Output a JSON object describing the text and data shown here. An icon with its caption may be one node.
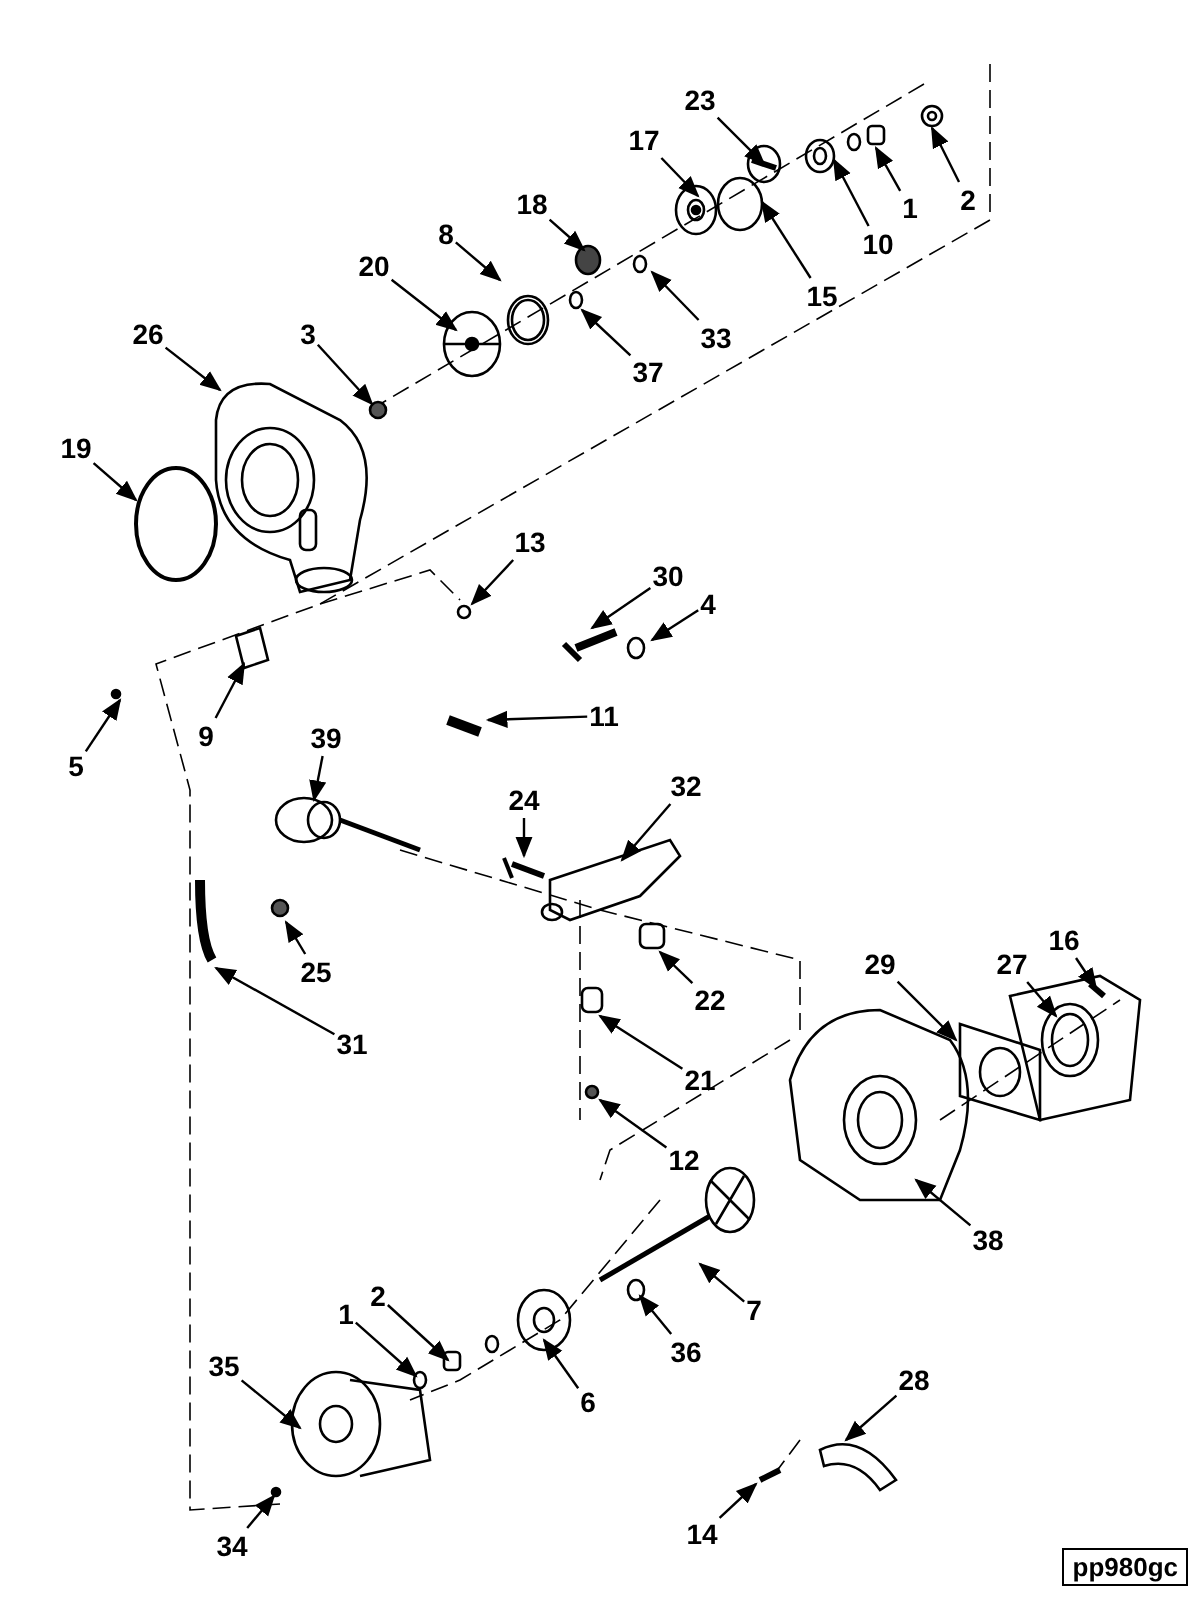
{
  "diagram": {
    "nodes": [
      {
        "text": [
          "23"
        ]
      },
      {
        "text": [
          "17"
        ]
      },
      {
        "text": [
          "2"
        ]
      },
      {
        "text": [
          "1"
        ]
      },
      {
        "text": [
          "18"
        ]
      },
      {
        "text": [
          "8"
        ]
      },
      {
        "text": [
          "10"
        ]
      },
      {
        "text": [
          "20"
        ]
      },
      {
        "text": [
          "15"
        ]
      },
      {
        "text": [
          "26"
        ]
      },
      {
        "text": [
          "3"
        ]
      },
      {
        "text": [
          "33"
        ]
      },
      {
        "text": [
          "37"
        ]
      },
      {
        "text": [
          "19"
        ]
      },
      {
        "text": [
          "13"
        ]
      },
      {
        "text": [
          "30"
        ]
      },
      {
        "text": [
          "4"
        ]
      },
      {
        "text": [
          "11"
        ]
      },
      {
        "text": [
          "9"
        ]
      },
      {
        "text": [
          "39"
        ]
      },
      {
        "text": [
          "5"
        ]
      },
      {
        "text": [
          "32"
        ]
      },
      {
        "text": [
          "24"
        ]
      },
      {
        "text": [
          "16"
        ]
      },
      {
        "text": [
          "25"
        ]
      },
      {
        "text": [
          "29"
        ]
      },
      {
        "text": [
          "27"
        ]
      },
      {
        "text": [
          "22"
        ]
      },
      {
        "text": [
          "31"
        ]
      },
      {
        "text": [
          "21"
        ]
      },
      {
        "text": [
          "12"
        ]
      },
      {
        "text": [
          "38"
        ]
      },
      {
        "text": [
          "2"
        ]
      },
      {
        "text": [
          "7"
        ]
      },
      {
        "text": [
          "1"
        ]
      },
      {
        "text": [
          "36"
        ]
      },
      {
        "text": [
          "35"
        ]
      },
      {
        "text": [
          "6"
        ]
      },
      {
        "text": [
          "28"
        ]
      },
      {
        "text": [
          "14"
        ]
      },
      {
        "text": [
          "34"
        ]
      }
    ],
    "edges": [
      {
        "from": 0,
        "to": null,
        "arrow": "to"
      },
      {
        "from": 1,
        "to": null,
        "arrow": "to"
      },
      {
        "from": 2,
        "to": null,
        "arrow": "to"
      },
      {
        "from": 3,
        "to": null,
        "arrow": "to"
      },
      {
        "from": 4,
        "to": null,
        "arrow": "to"
      },
      {
        "from": 5,
        "to": null,
        "arrow": "to"
      },
      {
        "from": 6,
        "to": null,
        "arrow": "to"
      },
      {
        "from": 7,
        "to": null,
        "arrow": "to"
      },
      {
        "from": 8,
        "to": null,
        "arrow": "to"
      },
      {
        "from": 9,
        "to": null,
        "arrow": "to"
      },
      {
        "from": 10,
        "to": null,
        "arrow": "to"
      },
      {
        "from": 11,
        "to": null,
        "arrow": "to"
      },
      {
        "from": 12,
        "to": null,
        "arrow": "to"
      },
      {
        "from": 13,
        "to": null,
        "arrow": "to"
      },
      {
        "from": 14,
        "to": null,
        "arrow": "to"
      },
      {
        "from": 15,
        "to": null,
        "arrow": "to"
      },
      {
        "from": 16,
        "to": null,
        "arrow": "to"
      },
      {
        "from": 17,
        "to": null,
        "arrow": "to"
      },
      {
        "from": 18,
        "to": null,
        "arrow": "to"
      },
      {
        "from": 19,
        "to": null,
        "arrow": "to"
      },
      {
        "from": 20,
        "to": null,
        "arrow": "to"
      },
      {
        "from": 21,
        "to": null,
        "arrow": "to"
      },
      {
        "from": 22,
        "to": null,
        "arrow": "to"
      },
      {
        "from": 23,
        "to": null,
        "arrow": "to"
      },
      {
        "from": 24,
        "to": null,
        "arrow": "to"
      },
      {
        "from": 25,
        "to": null,
        "arrow": "to"
      },
      {
        "from": 26,
        "to": null,
        "arrow": "to"
      },
      {
        "from": 27,
        "to": null,
        "arrow": "to"
      },
      {
        "from": 28,
        "to": null,
        "arrow": "to"
      },
      {
        "from": 29,
        "to": null,
        "arrow": "to"
      },
      {
        "from": 30,
        "to": null,
        "arrow": "to"
      },
      {
        "from": 31,
        "to": null,
        "arrow": "to"
      },
      {
        "from": 32,
        "to": null,
        "arrow": "to"
      },
      {
        "from": 33,
        "to": null,
        "arrow": "to"
      },
      {
        "from": 34,
        "to": null,
        "arrow": "to"
      },
      {
        "from": 35,
        "to": null,
        "arrow": "to"
      },
      {
        "from": 36,
        "to": null,
        "arrow": "to"
      },
      {
        "from": 37,
        "to": null,
        "arrow": "to"
      },
      {
        "from": 38,
        "to": null,
        "arrow": "to"
      },
      {
        "from": 39,
        "to": null,
        "arrow": "to"
      },
      {
        "from": 40,
        "to": null,
        "arrow": "to"
      }
    ],
    "labels": [
      "pp980gc"
    ]
  }
}
